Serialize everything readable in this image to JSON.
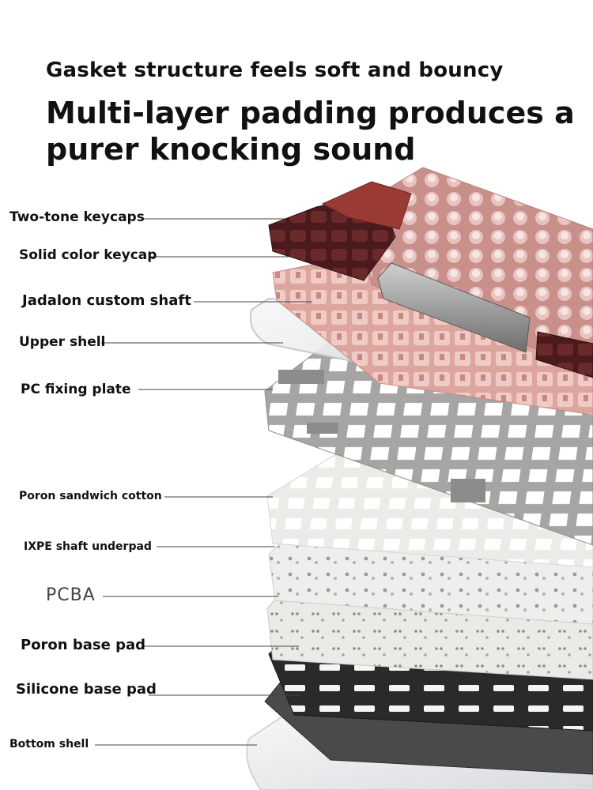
{
  "headline": "Gasket structure feels soft and bouncy",
  "subheadline": "Multi-layer padding produces a purer knocking sound",
  "colors": {
    "keycap_dark": "#4a1a1c",
    "keycap_red": "#9a3a34",
    "keycap_pink": "#e6b9b3",
    "switch_pink": "#e9bdb5",
    "plate_gray": "#a9a7a6",
    "foam_white": "#ecebe8",
    "base_dark": "#2b2b2b"
  },
  "layers": [
    {
      "label": "Two-tone keycaps"
    },
    {
      "label": "Solid color keycap"
    },
    {
      "label": "Jadalon custom shaft"
    },
    {
      "label": "Upper shell"
    },
    {
      "label": "PC fixing plate"
    },
    {
      "label": "Poron sandwich cotton"
    },
    {
      "label": "IXPE shaft underpad"
    },
    {
      "label": "PCBA"
    },
    {
      "label": "Poron base pad"
    },
    {
      "label": "Silicone base pad"
    },
    {
      "label": "Bottom shell"
    }
  ]
}
